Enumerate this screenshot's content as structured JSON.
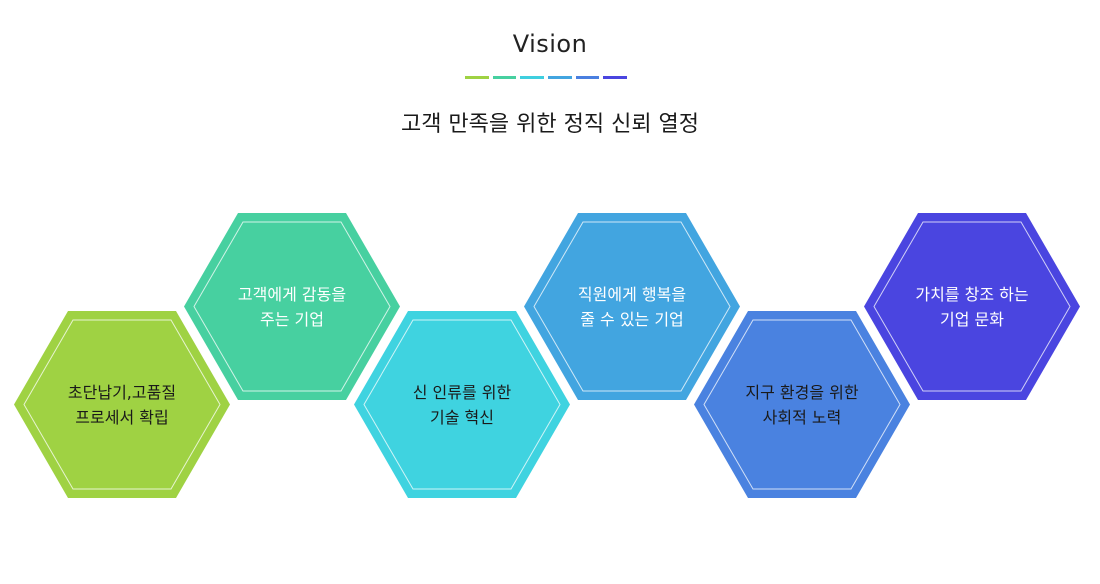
{
  "header": {
    "title": "Vision",
    "subtitle": "고객 만족을 위한 정직 신뢰 열정"
  },
  "rule_colors": [
    "#9fd243",
    "#47d0a0",
    "#3fcfdf",
    "#42a5e0",
    "#4a7fe0",
    "#4a45e0"
  ],
  "hexagons": [
    {
      "line1": "초단납기,고품질",
      "line2": "프로세서 확립",
      "color": "#9fd243",
      "text_color": "#1a1a1a"
    },
    {
      "line1": "고객에게 감동을",
      "line2": "주는 기업",
      "color": "#47d0a0",
      "text_color": "#ffffff"
    },
    {
      "line1": "신 인류를 위한",
      "line2": "기술 혁신",
      "color": "#3fd3e0",
      "text_color": "#1a1a1a"
    },
    {
      "line1": "직원에게 행복을",
      "line2": "줄 수 있는 기업",
      "color": "#42a5e0",
      "text_color": "#ffffff"
    },
    {
      "line1": "지구 환경을 위한",
      "line2": "사회적 노력",
      "color": "#4a82e0",
      "text_color": "#1a1a1a"
    },
    {
      "line1": "가치를 창조 하는",
      "line2": "기업 문화",
      "color": "#4a45e0",
      "text_color": "#ffffff"
    }
  ]
}
